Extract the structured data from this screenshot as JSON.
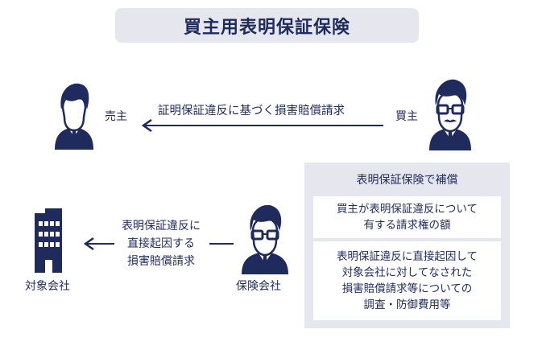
{
  "title": "買主用表明保証保険",
  "colors": {
    "navy": "#1f2b5c",
    "panel_grey": "#e6e7ee",
    "white": "#ffffff"
  },
  "actors": {
    "seller": {
      "label": "売主",
      "icon": "businessman-icon"
    },
    "buyer": {
      "label": "買主",
      "icon": "businessman-glasses-mustache-icon"
    },
    "insurer": {
      "label": "保険会社",
      "icon": "businessman-glasses-icon"
    },
    "target_company": {
      "label": "対象会社",
      "icon": "office-building-icon"
    }
  },
  "arrows": {
    "buyer_to_seller": {
      "label": "証明保証違反に基づく損害賠償請求",
      "direction": "left"
    },
    "insurer_to_target": {
      "label_lines": [
        "表明保証違反に",
        "直接起因する",
        "損害賠償請求"
      ],
      "direction": "left"
    }
  },
  "coverage_panel": {
    "title": "表明保証保険で補償",
    "items": [
      {
        "text": "買主が表明保証違反について\n有する請求権の額"
      },
      {
        "text": "表明保証違反に直接起因して\n対象会社に対してなされた\n損害賠償請求等についての\n調査・防御費用等"
      }
    ]
  }
}
